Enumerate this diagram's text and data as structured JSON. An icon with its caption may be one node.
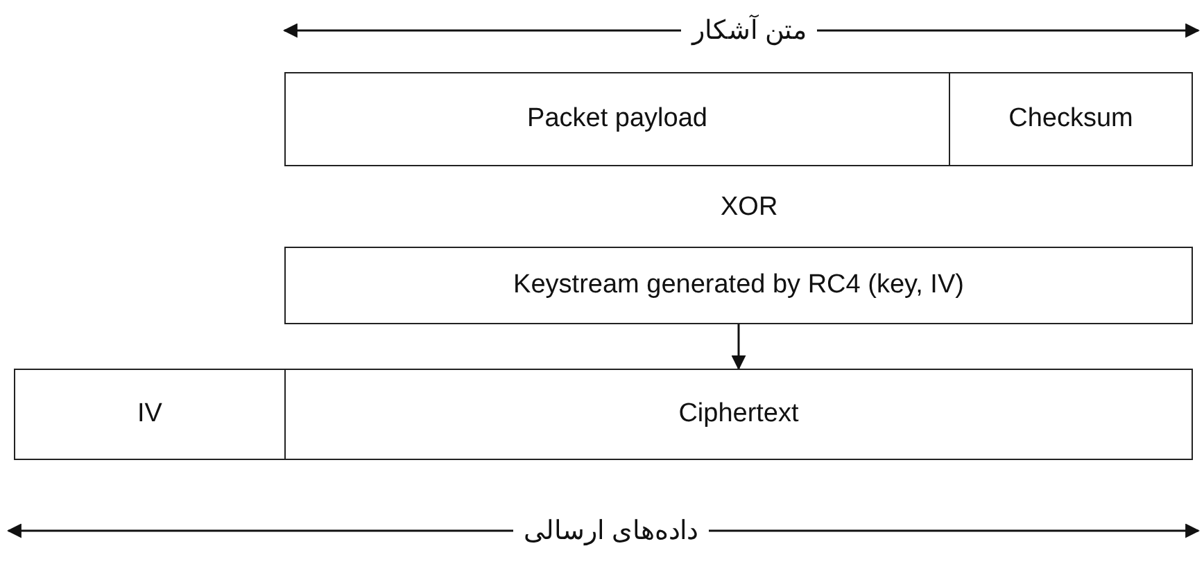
{
  "diagram": {
    "nodes": [
      {
        "text": [
          "Packet payload"
        ]
      },
      {
        "text": [
          "Checksum"
        ]
      },
      {
        "text": [
          "Keystream generated by RC4 (key, IV)"
        ]
      },
      {
        "text": [
          "IV"
        ]
      },
      {
        "text": [
          "Ciphertext"
        ]
      }
    ],
    "edges": [
      {
        "from": 2,
        "to": 4,
        "arrow": "to"
      }
    ],
    "labels": [
      "متن آشکار",
      "XOR",
      "داده‌های ارسالی"
    ]
  }
}
